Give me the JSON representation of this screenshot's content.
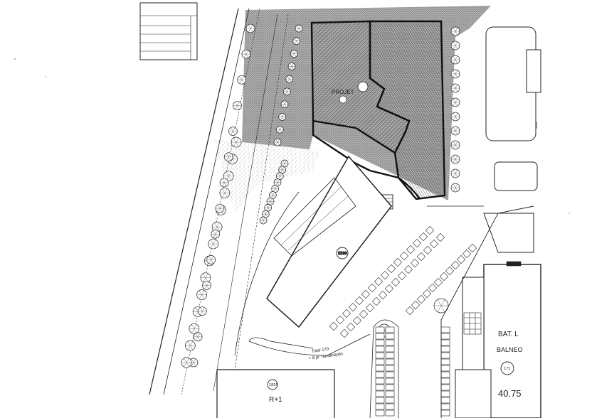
{
  "labels": {
    "projet": "PROJET",
    "bat": "BAT. L",
    "balneo": "BALNEO",
    "r1": "R+1",
    "elevation": "40.75",
    "lot_main": "5580",
    "lot_171": "171",
    "lot_185": "1855",
    "handwritten_1": "Total 170",
    "handwritten_2": "+ 8 pl. handicapés"
  },
  "colors": {
    "ink": "#222222",
    "hatch": "#6a6a6a",
    "stipple": "#8a8a8a",
    "paper": "#ffffff"
  }
}
